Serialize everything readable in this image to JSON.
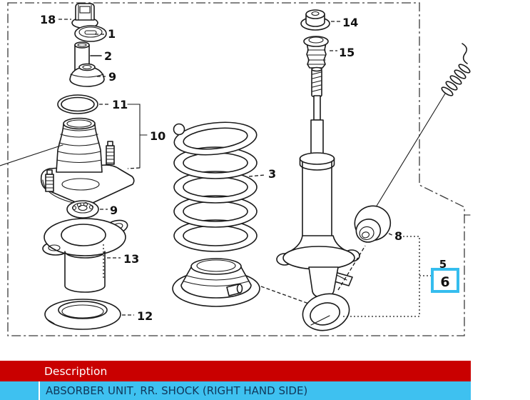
{
  "diagram": {
    "selected_part": "6",
    "labels": {
      "n18": "18",
      "n1": "1",
      "n2": "2",
      "n9a": "9",
      "n11": "11",
      "n10": "10",
      "n9b": "9",
      "n13": "13",
      "n12": "12",
      "n3": "3",
      "n14": "14",
      "n15": "15",
      "n8": "8",
      "n5": "5",
      "n6": "6"
    }
  },
  "table": {
    "header_description": "Description",
    "row_description": "ABSORBER UNIT, RR. SHOCK (RIGHT HAND SIDE)"
  },
  "colors": {
    "header_bg": "#c90000",
    "header_text": "#ffffff",
    "row_bg": "#3ec1f0",
    "row_text": "#10395c",
    "highlight_box": "#35bdee",
    "line": "#1a1a1a"
  }
}
